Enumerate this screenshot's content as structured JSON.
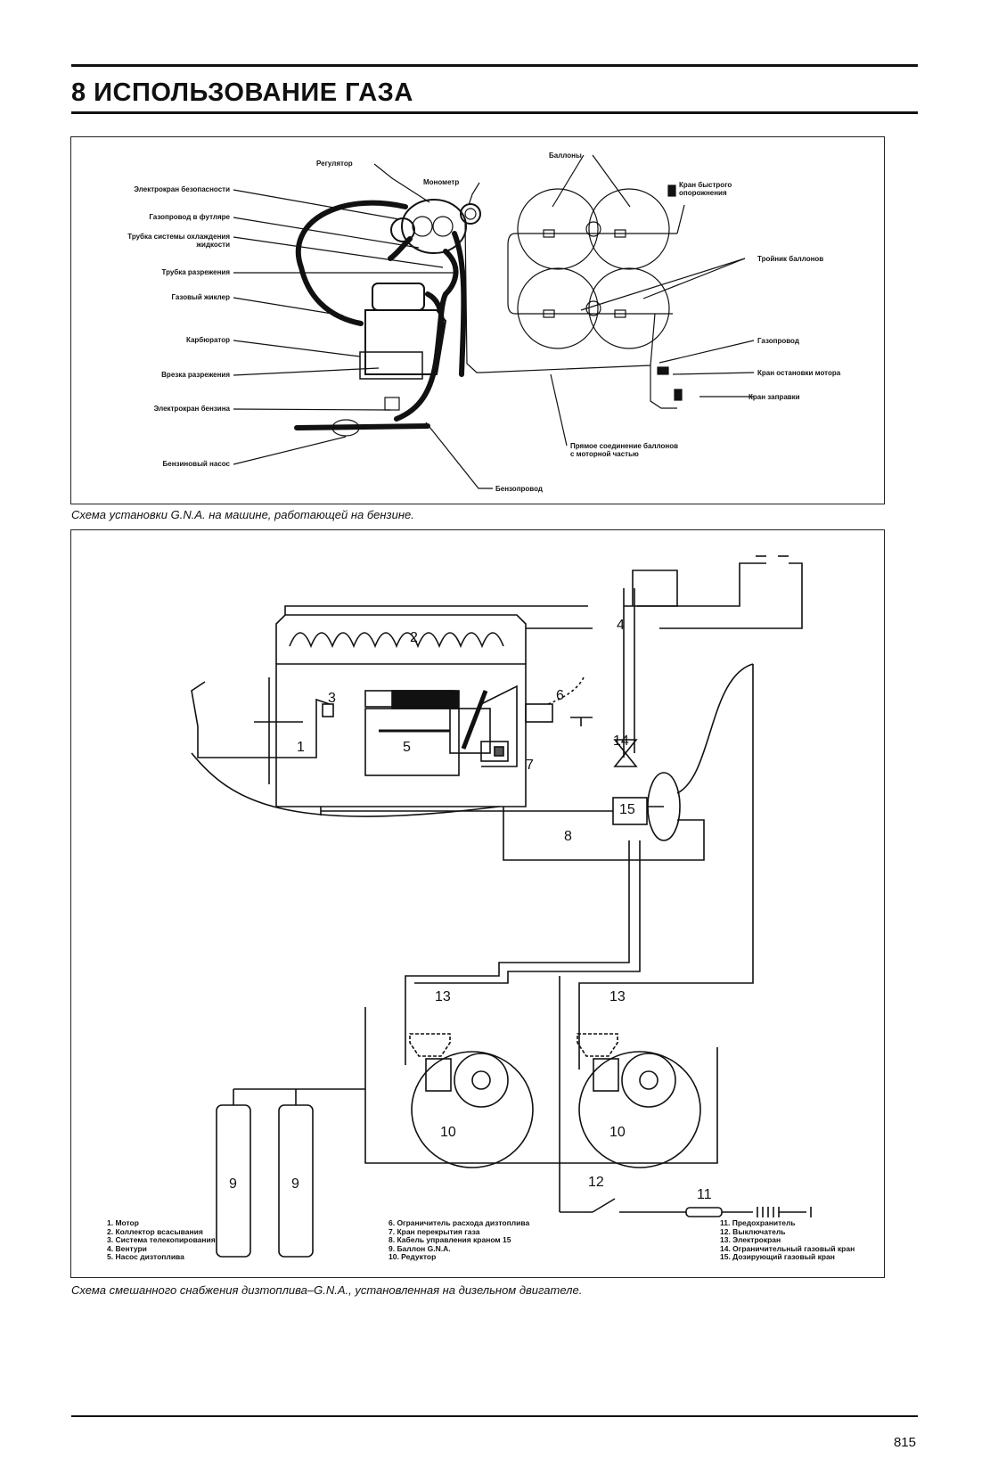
{
  "header": {
    "chapter_title": "8  ИСПОЛЬЗОВАНИЕ ГАЗА"
  },
  "figure1": {
    "caption": "Схема установки G.N.A. на машине, работающей на бензине.",
    "left_labels": [
      "Электрокран безопасности",
      "Газопровод в футляре",
      "Трубка системы охлаждения\nжидкости",
      "Трубка разрежения",
      "Газовый жиклер",
      "Карбюратор",
      "Врезка разрежения",
      "Электрокран бензина",
      "Бензиновый насос"
    ],
    "top_labels": {
      "regulator": "Регулятор",
      "manometer": "Монометр",
      "cylinders": "Баллоны"
    },
    "right_labels": {
      "quick_drain": "Кран быстрого\nопорожнения",
      "tee": "Тройник баллонов",
      "gas_line": "Газопровод",
      "engine_stop": "Кран остановки мотора",
      "fill_valve": "Кран заправки",
      "direct_link": "Прямое соединение баллонов\nс моторной частью",
      "fuel_line": "Бензопровод"
    }
  },
  "figure2": {
    "caption": "Схема смешанного снабжения дизтоплива–G.N.A., установленная на дизельном двигателе.",
    "numbers": [
      "1",
      "2",
      "3",
      "4",
      "5",
      "6",
      "7",
      "8",
      "9",
      "9",
      "10",
      "10",
      "11",
      "12",
      "13",
      "13",
      "14",
      "15"
    ],
    "legend": [
      [
        "1. Мотор",
        "2. Коллектор всасывания",
        "3. Система телекопирования",
        "4. Вентури",
        "5. Насос дизтоплива"
      ],
      [
        "6. Ограничитель расхода дизтоплива",
        "7. Кран перекрытия газа",
        "8. Кабель управления краном 15",
        "9. Баллон G.N.A.",
        "10. Редуктор"
      ],
      [
        "11. Предохранитель",
        "12. Выключатель",
        "13. Электрокран",
        "14. Ограничительный газовый кран",
        "15. Дозирующий газовый кран"
      ]
    ]
  },
  "footer": {
    "page_number": "815"
  }
}
